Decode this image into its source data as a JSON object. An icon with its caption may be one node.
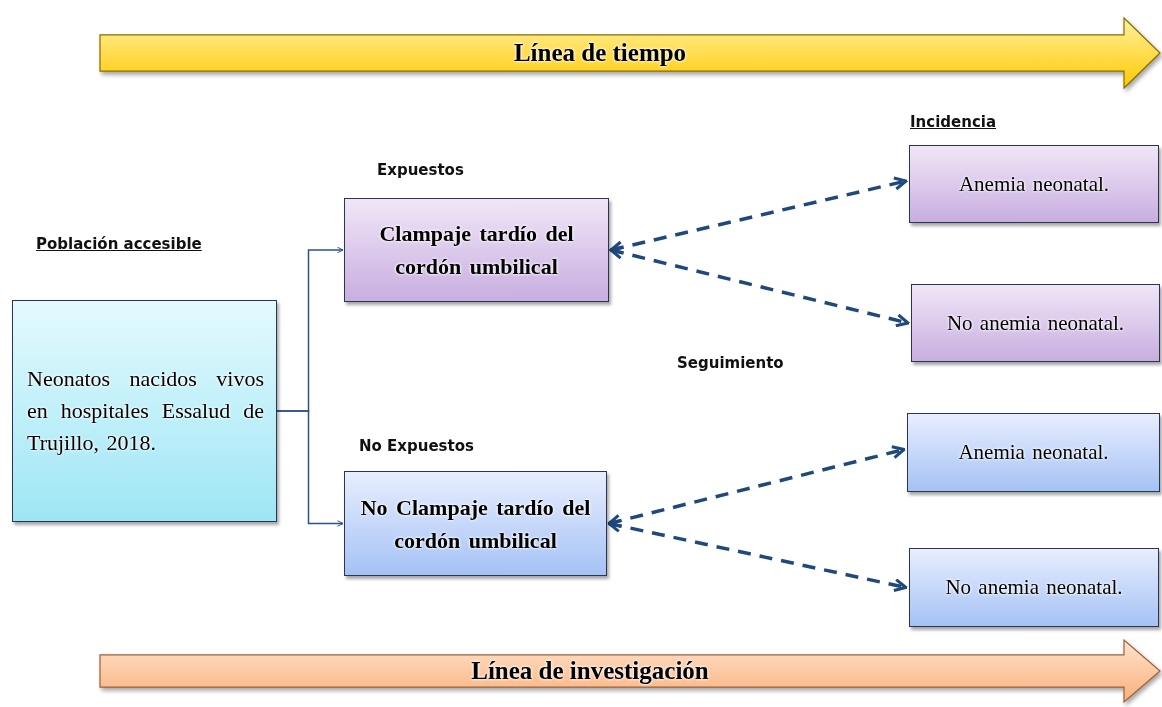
{
  "diagram": {
    "nodes": [
      {
        "text": [
          "Línea de tiempo"
        ]
      },
      {
        "text": [
          "Población accesible",
          "Neonatos nacidos vivos en hospitales Essalud de Trujillo, 2018."
        ]
      },
      {
        "text": [
          "Expuestos",
          "Clampaje tardío del cordón umbilical"
        ]
      },
      {
        "text": [
          "No Expuestos",
          "No Clampaje tardío del cordón umbilical"
        ]
      },
      {
        "text": [
          "Anemia neonatal."
        ]
      },
      {
        "text": [
          "No anemia neonatal."
        ]
      },
      {
        "text": [
          "Anemia neonatal."
        ]
      },
      {
        "text": [
          "No anemia neonatal."
        ]
      },
      {
        "text": [
          "Línea de investigación"
        ]
      }
    ],
    "edges": [
      {
        "from": 1,
        "to": 2,
        "arrow": "to"
      },
      {
        "from": 1,
        "to": 3,
        "arrow": "to"
      },
      {
        "from": 2,
        "to": 4,
        "arrow": "both",
        "style": "dashed"
      },
      {
        "from": 2,
        "to": 5,
        "arrow": "both",
        "style": "dashed"
      },
      {
        "from": 3,
        "to": 6,
        "arrow": "both",
        "style": "dashed"
      },
      {
        "from": 3,
        "to": 7,
        "arrow": "both",
        "style": "dashed"
      }
    ],
    "labels": [
      "Incidencia",
      "Seguimiento"
    ]
  }
}
